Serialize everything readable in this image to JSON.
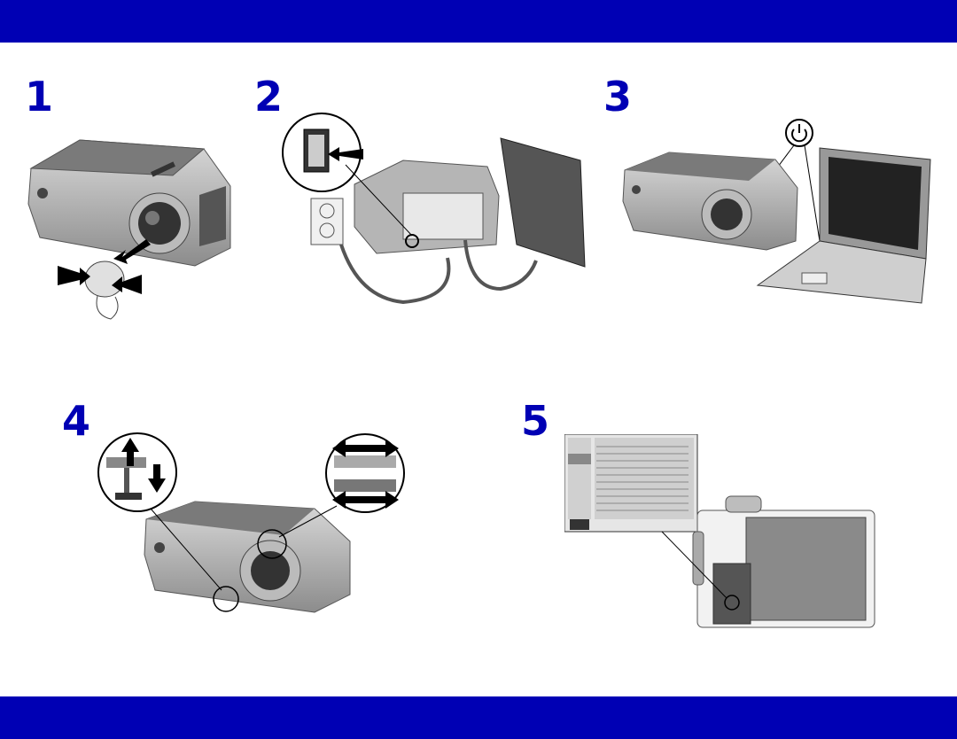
{
  "colors": {
    "band": "#0000b4",
    "step_number": "#0000b4"
  },
  "steps": [
    {
      "number": "1",
      "figure": "projector-lens-cap-removal"
    },
    {
      "number": "2",
      "figure": "power-and-video-cable-connection"
    },
    {
      "number": "3",
      "figure": "power-on-projector-and-laptop"
    },
    {
      "number": "4",
      "figure": "elevator-foot-and-focus-zoom-adjustment"
    },
    {
      "number": "5",
      "figure": "on-screen-menu-and-control-panel"
    }
  ]
}
